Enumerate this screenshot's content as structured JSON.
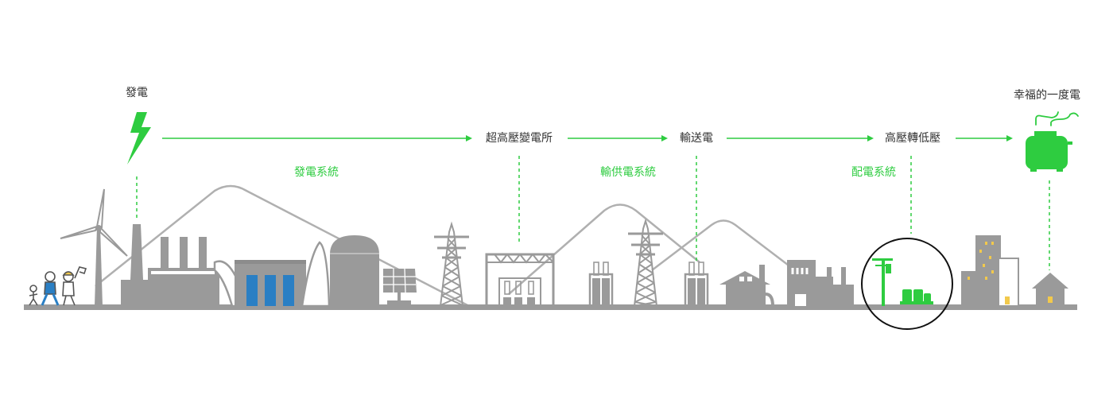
{
  "colors": {
    "accent": "#2ecc40",
    "structure": "#9a9a9a",
    "hydro_water": "#2a7fc4",
    "window": "#f2c94c",
    "label_text": "#333333"
  },
  "stages": {
    "generation": "發電",
    "ultra_high_substation": "超高壓變電所",
    "transmission": "輸送電",
    "high_to_low": "高壓轉低壓",
    "happy_kwh": "幸福的一度電"
  },
  "systems": {
    "generation_system": "發電系統",
    "transmission_system": "輸供電系統",
    "distribution_system": "配電系統"
  },
  "icons": {
    "lightning": "lightning-bolt-icon",
    "toaster": "toaster-icon"
  }
}
